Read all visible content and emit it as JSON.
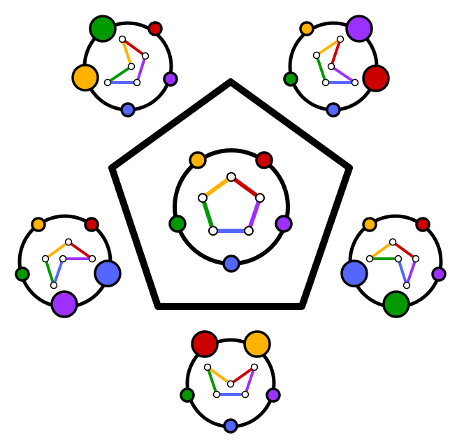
{
  "colors": {
    "outline": "#000000",
    "background": "#ffffff",
    "node_fill": "#ffffff",
    "orange": "#ffb300",
    "red": "#cc0000",
    "purple": "#9b30ff",
    "blue": "#5566ff",
    "green": "#009900"
  },
  "outer_shape": "pentagon",
  "center_diagram": {
    "name": "center",
    "ring_dots": [
      "orange",
      "red",
      "purple",
      "blue",
      "green"
    ],
    "large_dots": [],
    "graph_edges": [
      "orange",
      "red",
      "purple",
      "blue",
      "green"
    ]
  },
  "satellite_diagrams": [
    {
      "name": "top-left",
      "ring_dots": [
        "green",
        "red",
        "purple",
        "blue",
        "orange"
      ],
      "large_dots": [
        "green",
        "orange"
      ]
    },
    {
      "name": "top-right",
      "ring_dots": [
        "orange",
        "purple",
        "red",
        "blue",
        "green"
      ],
      "large_dots": [
        "purple",
        "red"
      ]
    },
    {
      "name": "middle-left",
      "ring_dots": [
        "orange",
        "red",
        "blue",
        "purple",
        "green"
      ],
      "large_dots": [
        "blue",
        "purple"
      ]
    },
    {
      "name": "middle-right",
      "ring_dots": [
        "orange",
        "red",
        "purple",
        "green",
        "blue"
      ],
      "large_dots": [
        "green",
        "blue"
      ]
    },
    {
      "name": "bottom",
      "ring_dots": [
        "red",
        "orange",
        "purple",
        "blue",
        "green"
      ],
      "large_dots": [
        "red",
        "orange"
      ]
    }
  ]
}
